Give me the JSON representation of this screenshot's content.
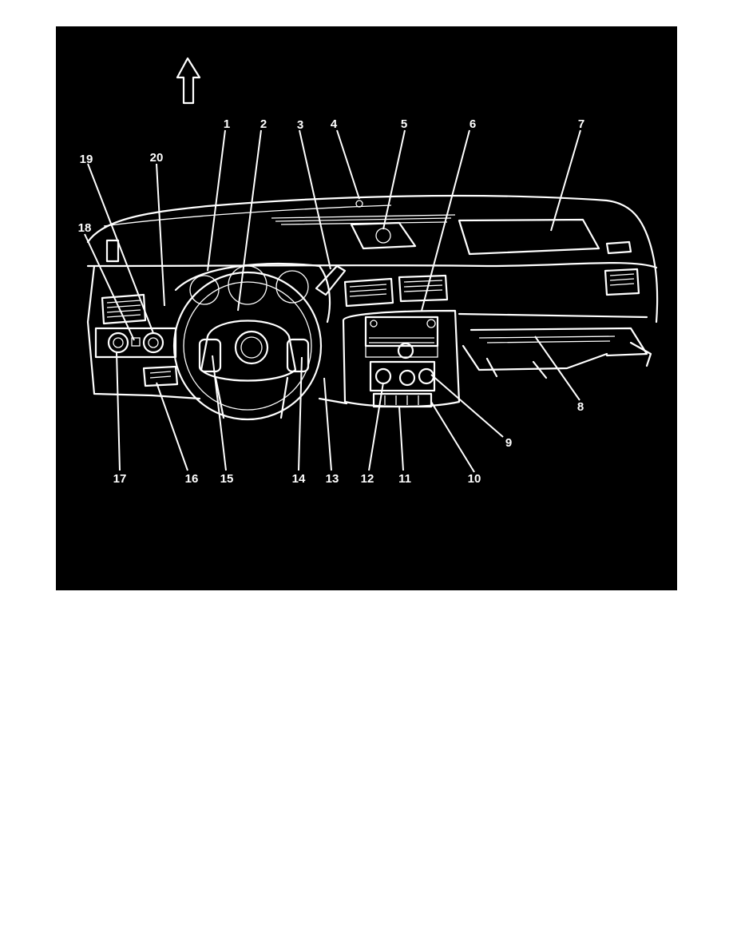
{
  "figure": {
    "background": "#000000",
    "line_color": "#ffffff",
    "orientation_icon": "up-arrow-icon",
    "callouts": [
      {
        "id": "c1",
        "label": "1"
      },
      {
        "id": "c2",
        "label": "2"
      },
      {
        "id": "c3",
        "label": "3"
      },
      {
        "id": "c4",
        "label": "4"
      },
      {
        "id": "c5",
        "label": "5"
      },
      {
        "id": "c6",
        "label": "6"
      },
      {
        "id": "c7",
        "label": "7"
      },
      {
        "id": "c8",
        "label": "8"
      },
      {
        "id": "c9",
        "label": "9"
      },
      {
        "id": "c10",
        "label": "10"
      },
      {
        "id": "c11",
        "label": "11"
      },
      {
        "id": "c12",
        "label": "12"
      },
      {
        "id": "c13",
        "label": "13"
      },
      {
        "id": "c14",
        "label": "14"
      },
      {
        "id": "c15",
        "label": "15"
      },
      {
        "id": "c16",
        "label": "16"
      },
      {
        "id": "c17",
        "label": "17"
      },
      {
        "id": "c18",
        "label": "18"
      },
      {
        "id": "c19",
        "label": "19"
      },
      {
        "id": "c20",
        "label": "20"
      }
    ]
  }
}
